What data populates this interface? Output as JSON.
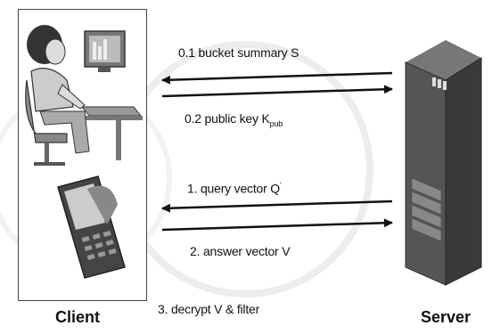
{
  "diagram": {
    "client_label": "Client",
    "server_label": "Server",
    "messages": {
      "m1": "0.1 bucket summary S",
      "m2_main": "0.2 public key K",
      "m2_sub": "pub",
      "m3_main": "1. query vector Q",
      "m3_sup": "'",
      "m4": "2. answer vector V",
      "m5": "3. decrypt V & filter"
    }
  }
}
